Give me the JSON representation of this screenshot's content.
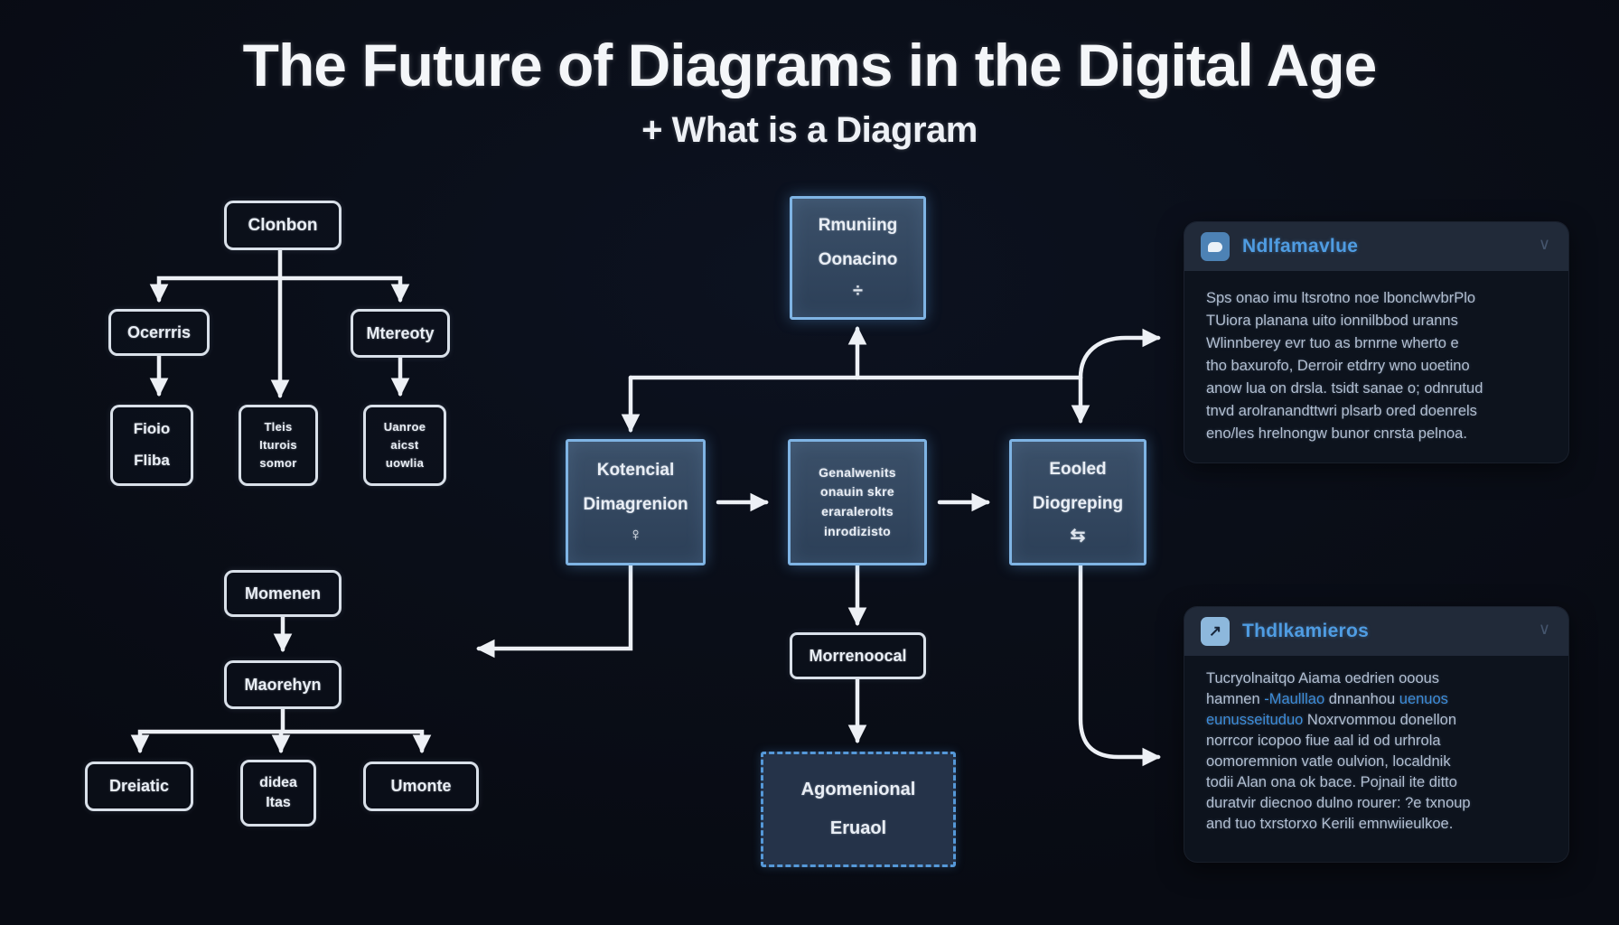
{
  "page": {
    "title": "The Future of Diagrams in the Digital Age",
    "subtitle": "+ What is a Diagram"
  },
  "colors": {
    "background": "#0a0e18",
    "box_border_white": "#d9e0e9",
    "box_border_blue": "#7fb4e4",
    "box_fill_blue": "#33475f",
    "dashed_border": "#5598d8",
    "panel_title_blue": "#4f9ce2",
    "link_blue": "#3c8ddb",
    "arrow": "#edf0f5"
  },
  "left_chart": {
    "root": "Clonbon",
    "level2": [
      "Ocerrris",
      "Mtereoty"
    ],
    "level3": [
      [
        "Fioio",
        "Fliba"
      ],
      [
        "Tleis",
        "Iturois",
        "somor"
      ],
      [
        "Uanroe",
        "aicst",
        "uowlia"
      ]
    ],
    "chain": [
      "Momenen",
      "Maorehyn"
    ],
    "level4_left": "Dreiatic",
    "level4_mid": [
      "didea",
      "Itas"
    ],
    "level4_right": "Umonte"
  },
  "flow": {
    "top": {
      "line1": "Rmuniing",
      "line2": "Oonacino",
      "glyph": "÷"
    },
    "step1": {
      "line1": "Kotencial",
      "line2": "Dimagrenion",
      "glyph": "♀"
    },
    "step2": {
      "lines": [
        "Genalwenits",
        "onauin skre",
        "eraralerolts",
        "inrodizisto"
      ]
    },
    "step3": {
      "line1": "Eooled",
      "line2": "Diogreping",
      "glyph": "⇆"
    },
    "result": "Morrenoocal",
    "final": {
      "line1": "Agomenional",
      "line2": "Eruaol"
    }
  },
  "panels": {
    "first": {
      "title": "Ndlfamavlue",
      "chevron": "∨",
      "body": "Sps onao imu ltsrotno noe lbonclwvbrPlo\nTUiora planana uito ionnilbbod uranns\nWlinnberey evr tuo as brnrne wherto e\ntho baxurofo, Derroir etdrry wno uoetino\nanow lua on drsla. tsidt sanae o; odnrutud\ntnvd arolranandttwri plsarb ored doenrels\neno/les hrelnongw bunor cnrsta pelnoa."
    },
    "second": {
      "title": "Thdlkamieros",
      "chevron": "∨",
      "icon_glyph": "↗",
      "l1": "Tucryolnaitqo Aiama oedrien ooous",
      "l2a": "hamnen ",
      "l2b": "-Maulllao",
      "l2c": " dnnanhou ",
      "l2d": "uenuos",
      "l3a": "eunusseituduo",
      "l3b": " Noxrvommou donellon",
      "l4": "norrcor icopoo fiue aal id od urhrola",
      "l5": "oomoremnion vatle oulvion, localdnik",
      "l6": "todii Alan ona ok bace. Pojnail ite ditto",
      "l7": "duratvir diecnoo dulno rourer: ?e txnoup",
      "l8": "and tuo txrstorxo Kerili emnwiieulkoe."
    }
  }
}
